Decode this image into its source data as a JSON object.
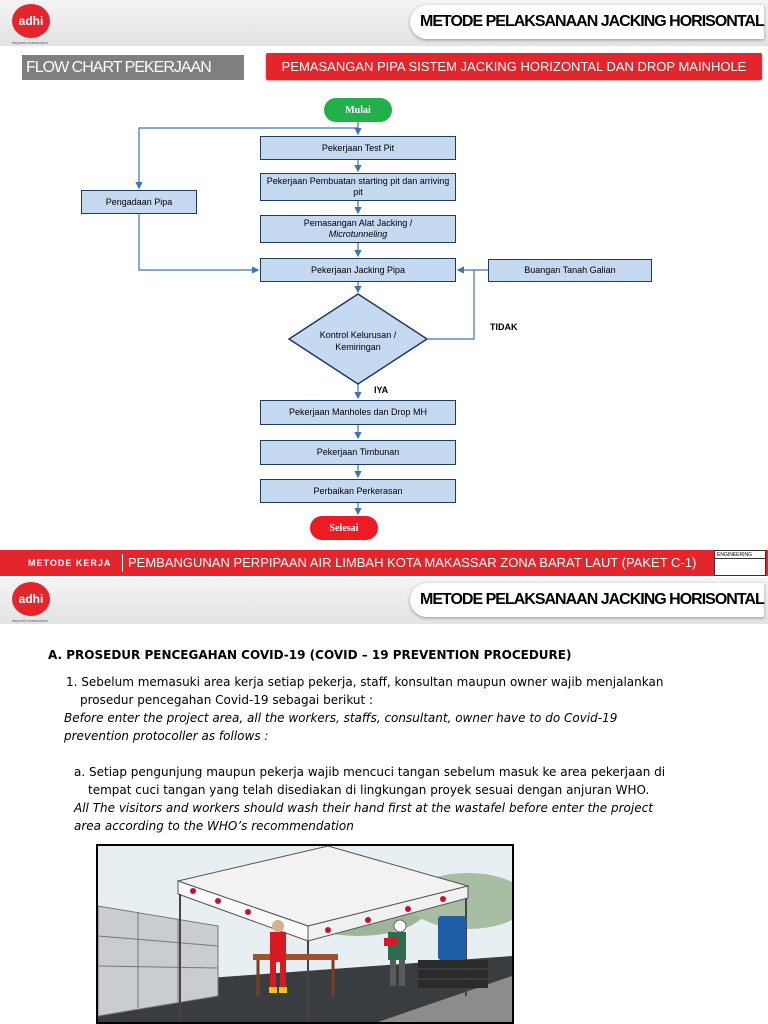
{
  "slide1": {
    "logo": {
      "brand": "adhi",
      "tagline": "beyond construction"
    },
    "header_title": "METODE PELAKSANAAN JACKING HORISONTAL",
    "section_label": "FLOW CHART PEKERJAAN",
    "banner": "PEMASANGAN PIPA SISTEM JACKING HORIZONTAL DAN DROP MAINHOLE",
    "flowchart": {
      "start": "Mulai",
      "end": "Selesai",
      "steps": {
        "test_pit": "Pekerjaan Test Pit",
        "starting_pit": "Pekerjaan Pembuatan starting pit dan arriving pit",
        "alat_jacking_1": "Pemasangan Alat Jacking /",
        "alat_jacking_2": "Microtunneling",
        "jacking_pipa": "Pekerjaan Jacking Pipa",
        "pengadaan_pipa": "Pengadaan Pipa",
        "buangan_tanah": "Buangan Tanah Galian",
        "kontrol": "Kontrol Kelurusan / Kemiringan",
        "manholes": "Pekerjaan Manholes dan Drop MH",
        "timbunan": "Pekerjaan Timbunan",
        "perkerasan": "Perbaikan Perkerasan"
      },
      "label_no": "TIDAK",
      "label_yes": "IYA"
    },
    "footer": {
      "left": "METODE KERJA",
      "project": "PEMBANGUNAN PERPIPAAN AIR LIMBAH KOTA MAKASSAR ZONA BARAT LAUT (PAKET C-1)",
      "box": "ENGINEERING"
    }
  },
  "slide2": {
    "logo": {
      "brand": "adhi",
      "tagline": "beyond construction"
    },
    "header_title": "METODE PELAKSANAAN JACKING HORISONTAL",
    "heading": "A. PROSEDUR PENCEGAHAN COVID-19 (COVID – 19 PREVENTION PROCEDURE)",
    "p1_line1": "1. Sebelum memasuki area kerja setiap pekerja, staff, konsultan maupun owner wajib menjalankan",
    "p1_line2": "prosedur pencegahan Covid-19 sebagai berikut :",
    "p1_en_line1": "Before enter the project area, all the workers, staffs, consultant, owner have to do Covid-19",
    "p1_en_line2": "prevention protocoller as follows :",
    "pa_line1": "a. Setiap pengunjung maupun pekerja wajib mencuci tangan sebelum masuk ke area pekerjaan di",
    "pa_line2": "tempat cuci tangan yang telah disediakan di lingkungan proyek sesuai dengan anjuran WHO.",
    "pa_en_line1": "All The visitors and workers should wash their hand first at the wastafel before enter the project",
    "pa_en_line2": "area according to the WHO’s recommendation"
  },
  "colors": {
    "brand_red": "#e4252c",
    "box_fill": "#c5d9f1",
    "box_border": "#1f3a63",
    "connector": "#3e73b5",
    "start_green": "#22b04b",
    "end_red": "#ed1c24",
    "label_gray": "#7f7f7f"
  }
}
